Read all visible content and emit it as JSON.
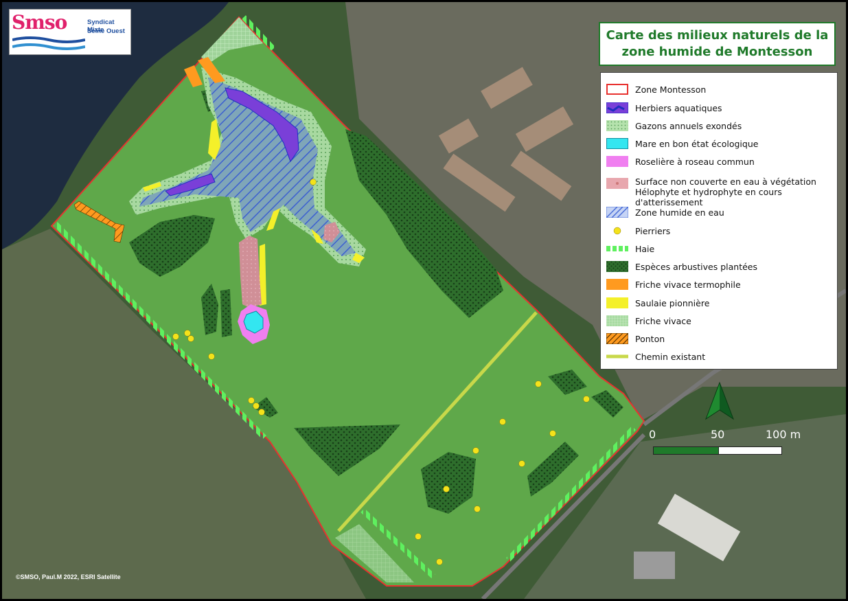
{
  "logo": {
    "mark": "Smso",
    "line1": "Syndicat Mixte",
    "line2": "Seine Ouest"
  },
  "title": {
    "line1": "Carte des milieux naturels de la",
    "line2": "zone humide de Montesson"
  },
  "legend": {
    "items": [
      {
        "label": "Zone Montesson",
        "symbol": "outline-red"
      },
      {
        "label": "Herbiers aquatiques",
        "symbol": "dark-blue-dashes"
      },
      {
        "label": "Gazons annuels exondés",
        "symbol": "dotted-pale-green"
      },
      {
        "label": "Mare en bon état écologique",
        "symbol": "cyan-fill"
      },
      {
        "label": "Roselière à roseau commun",
        "symbol": "pink-fill"
      },
      {
        "label": "Surface non couverte en eau à végétation Hélophyte et hydrophyte en cours d'atterissement",
        "symbol": "salmon-pattern"
      },
      {
        "label": "Zone humide en eau",
        "symbol": "blue-hatch"
      },
      {
        "label": "Pierriers",
        "symbol": "yellow-dot"
      },
      {
        "label": "Haie",
        "symbol": "green-dash"
      },
      {
        "label": "Espèces arbustives plantées",
        "symbol": "dark-green-pattern"
      },
      {
        "label": "Friche vivace termophile",
        "symbol": "orange-fill"
      },
      {
        "label": "Saulaie pionnière",
        "symbol": "yellow-fill"
      },
      {
        "label": "Friche vivace",
        "symbol": "pale-green-grid"
      },
      {
        "label": "Ponton",
        "symbol": "orange-hatch"
      },
      {
        "label": "Chemin existant",
        "symbol": "olive-line"
      }
    ]
  },
  "north_arrow": {
    "icon": "north-arrow-icon"
  },
  "scale": {
    "labels": [
      "0",
      "50",
      "100 m"
    ]
  },
  "credit": "©SMSO, Paul.M 2022, ESRI Satellite",
  "colors": {
    "zone_outline": "#e8312f",
    "legend_title": "#1f7a2a",
    "grass": "#5fa84a",
    "shrub": "#1f5a22",
    "water_hatch": "#4a6ed8",
    "cyan": "#33e6f0",
    "pink": "#f07ff0",
    "orange": "#ff9a1f",
    "yellow": "#f4f02a",
    "hedge": "#5ff05f",
    "path": "#c8d84a"
  }
}
